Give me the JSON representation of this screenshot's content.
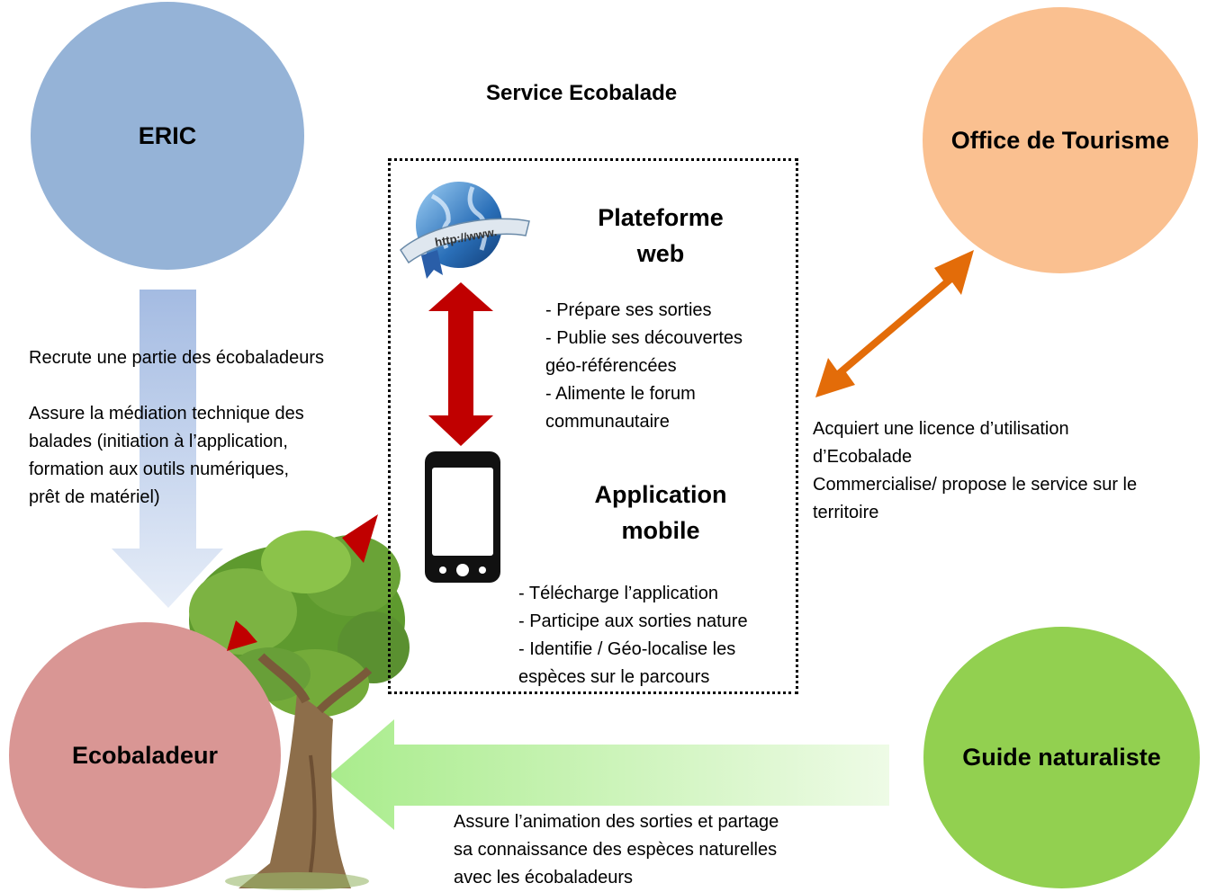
{
  "title": "Service Ecobalade",
  "actors": {
    "eric": {
      "label": "ERIC",
      "color": "#95b3d7"
    },
    "office": {
      "label": "Office de Tourisme",
      "color": "#fac090"
    },
    "guide": {
      "label": "Guide naturaliste",
      "color": "#92d050"
    },
    "ecobaladeur": {
      "label": "Ecobaladeur",
      "color": "#d99694"
    }
  },
  "service": {
    "platform": {
      "title": "Plateforme\nweb",
      "globe_text": "http://www.",
      "items": "- Prépare ses sorties\n- Publie ses découvertes\ngéo-référencées\n- Alimente le forum\ncommunautaire"
    },
    "mobile": {
      "title": "Application\nmobile",
      "items": "- Télécharge l’application\n- Participe aux sorties nature\n- Identifie / Géo-localise les\nespèces sur le parcours"
    }
  },
  "relations": {
    "eric_text": "Recrute une partie des écobaladeurs\n\nAssure la médiation technique des\nbalades (initiation à l’application,\nformation aux outils numériques,\nprêt de matériel)",
    "office_text": "Acquiert une licence d’utilisation\nd’Ecobalade\nCommercialise/ propose le service sur le\nterritoire",
    "guide_text": "Assure l’animation des sorties et partage\nsa connaissance des  espèces naturelles\navec les écobaladeurs"
  },
  "colors": {
    "red_arrow": "#c00000",
    "orange_arrow": "#e36c09",
    "blue_arrow": "#a7bde0",
    "green_arrow": "#b4ee9a"
  },
  "icons": [
    "globe-icon",
    "smartphone-icon",
    "tree-illustration"
  ]
}
